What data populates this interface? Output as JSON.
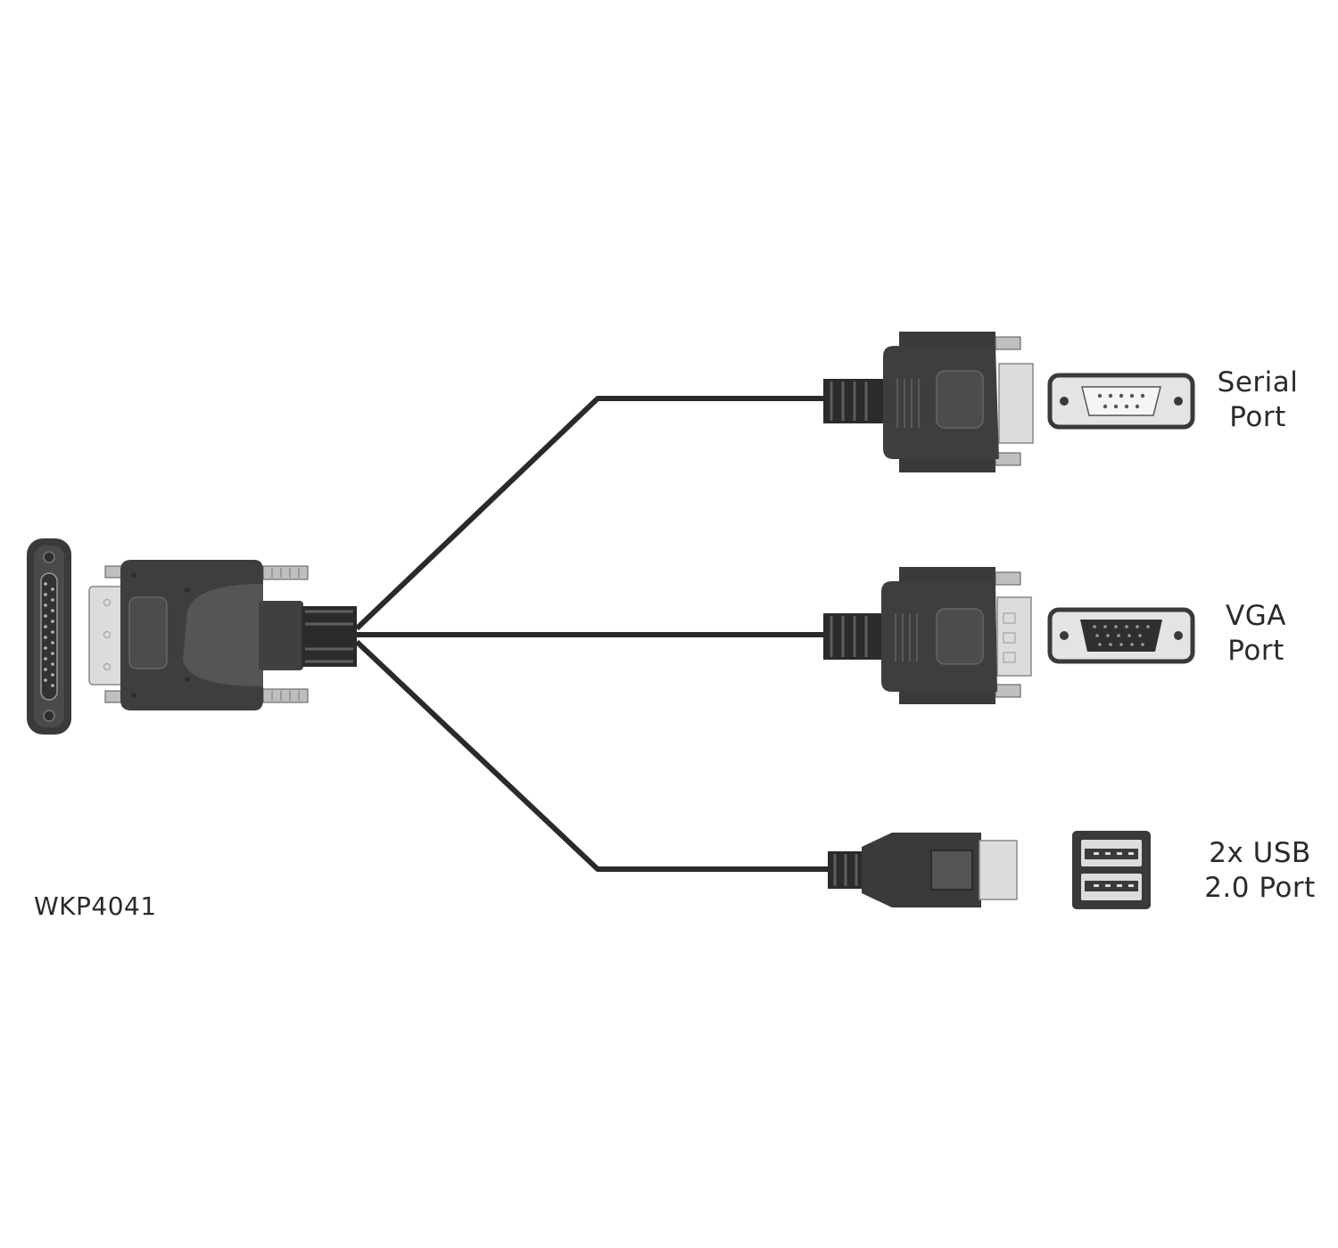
{
  "model_label": "WKP4041",
  "ports": [
    {
      "id": "serial",
      "line1": "Serial",
      "line2": "Port",
      "icon": "db9-serial-port-icon"
    },
    {
      "id": "vga",
      "line1": "VGA",
      "line2": "Port",
      "icon": "vga-port-icon"
    },
    {
      "id": "usb",
      "line1": "2x USB",
      "line2": "2.0 Port",
      "icon": "dual-usb-port-icon"
    }
  ],
  "colors": {
    "connector_dark": "#3a3a3a",
    "connector_mid": "#4a4a4a",
    "connector_light": "#595959",
    "metal": "#dcdcdc",
    "cable": "#2a2a2a",
    "text": "#2a2a2a"
  }
}
